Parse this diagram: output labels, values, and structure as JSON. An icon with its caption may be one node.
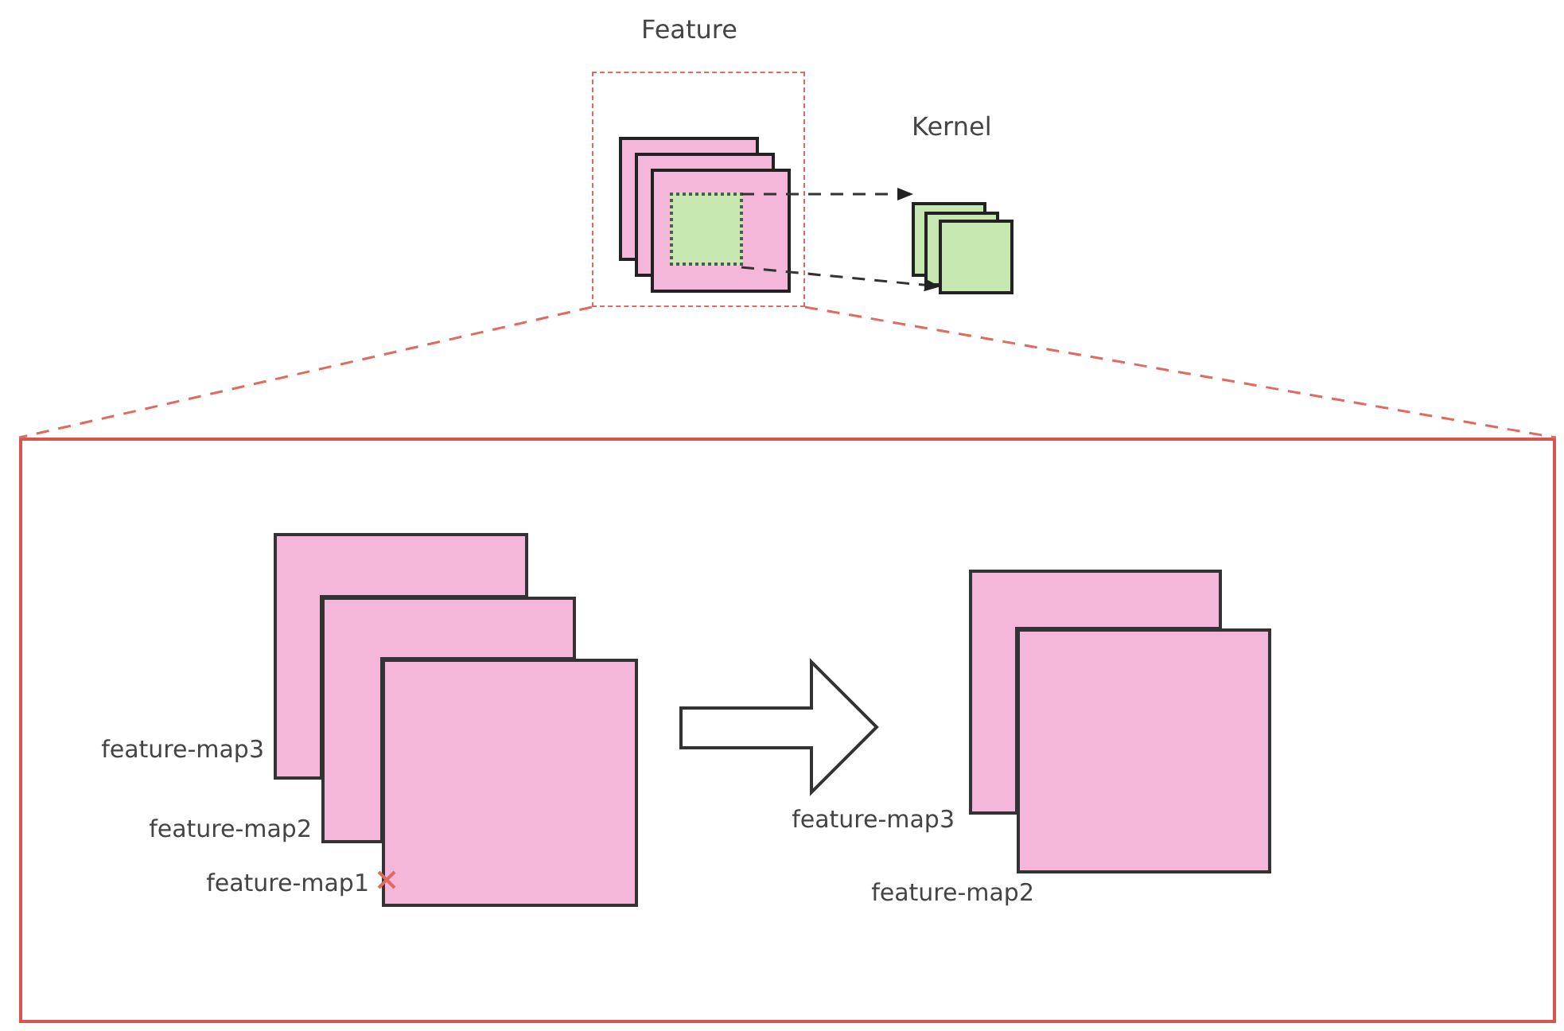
{
  "diagram": {
    "nodes": [
      {
        "text": [
          "Feature"
        ]
      },
      {
        "text": [],
        "shape": "box",
        "in": 0
      },
      {
        "text": [],
        "shape": "box",
        "in": 1
      },
      {
        "text": [
          "Kernel"
        ]
      },
      {
        "text": [],
        "shape": "box"
      },
      {
        "text": [],
        "shape": "box",
        "in": 4,
        "beside": [
          "feature-map3"
        ]
      },
      {
        "text": [],
        "shape": "box",
        "in": 4,
        "beside": [
          "feature-map2"
        ]
      },
      {
        "text": [],
        "shape": "box",
        "in": 4,
        "beside": [
          "feature-map1"
        ]
      },
      {
        "text": [],
        "shape": "box",
        "in": 4,
        "beside": [
          "feature-map3"
        ]
      },
      {
        "text": [],
        "shape": "box",
        "in": 4,
        "beside": [
          "feature-map2"
        ]
      }
    ],
    "edges": [
      {
        "from": 2,
        "to": 3,
        "arrow": "to",
        "style": "dashed"
      },
      {
        "from": 2,
        "to": 3,
        "arrow": "to",
        "style": "dashed"
      },
      {
        "from": 0,
        "to": 4,
        "arrow": "none",
        "style": "dashed",
        "color": "#e06a5f"
      },
      {
        "from": 0,
        "to": 4,
        "arrow": "none",
        "style": "dashed",
        "color": "#e06a5f"
      },
      {
        "from": 7,
        "to": 9,
        "arrow": "to",
        "style": "thick"
      }
    ]
  }
}
